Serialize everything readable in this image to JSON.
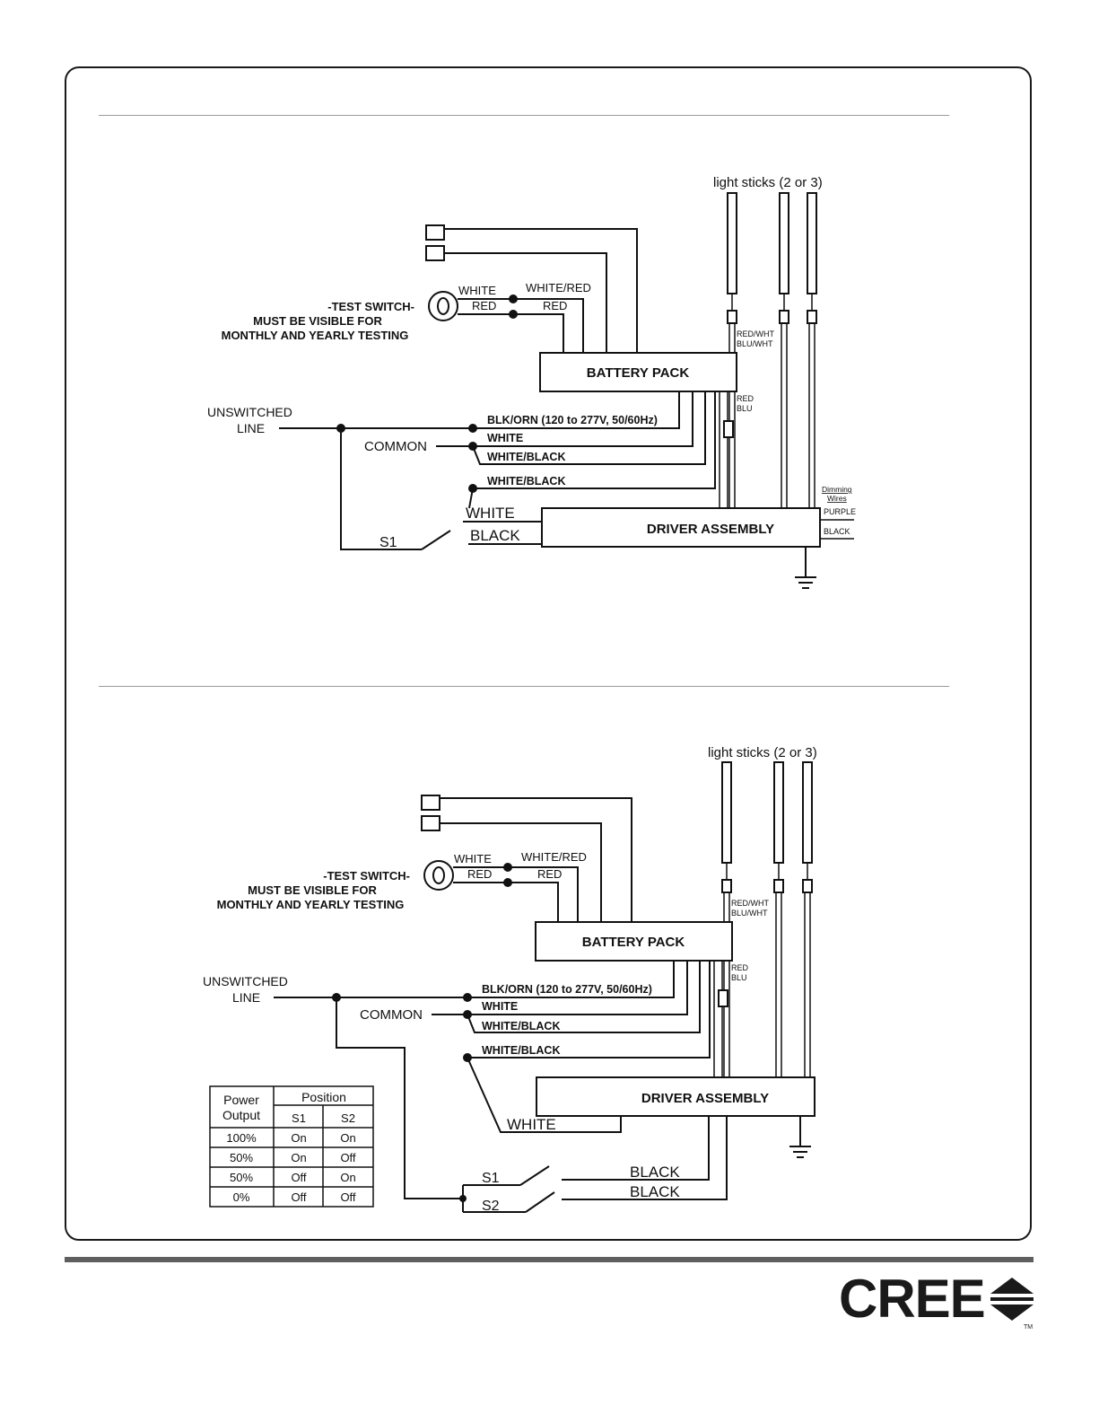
{
  "diagram1": {
    "light_sticks_label": "light sticks (2 or 3)",
    "test_switch_lines": [
      "-TEST SWITCH-",
      "MUST BE VISIBLE FOR",
      "MONTHLY AND YEARLY TESTING"
    ],
    "white": "WHITE",
    "red": "RED",
    "white_red": "WHITE/RED",
    "red2": "RED",
    "red_wht": "RED/WHT",
    "blu_wht": "BLU/WHT",
    "red_small": "RED",
    "blu_small": "BLU",
    "battery_pack": "BATTERY PACK",
    "unswitched_line": [
      "UNSWITCHED",
      "LINE"
    ],
    "common": "COMMON",
    "blk_orn": "BLK/ORN (120 to 277V, 50/60Hz)",
    "white_w": "WHITE",
    "white_black_1": "WHITE/BLACK",
    "white_black_2": "WHITE/BLACK",
    "white_big": "WHITE",
    "black_big": "BLACK",
    "s1": "S1",
    "driver_assembly": "DRIVER ASSEMBLY",
    "dimming_wires": [
      "Dimming",
      "Wires"
    ],
    "purple": "PURPLE",
    "black_small": "BLACK"
  },
  "diagram2": {
    "light_sticks_label": "light sticks (2 or 3)",
    "test_switch_lines": [
      "-TEST SWITCH-",
      "MUST BE VISIBLE FOR",
      "MONTHLY AND YEARLY TESTING"
    ],
    "white": "WHITE",
    "red": "RED",
    "white_red": "WHITE/RED",
    "red2": "RED",
    "red_wht": "RED/WHT",
    "blu_wht": "BLU/WHT",
    "red_small": "RED",
    "blu_small": "BLU",
    "battery_pack": "BATTERY PACK",
    "unswitched_line": [
      "UNSWITCHED",
      "LINE"
    ],
    "common": "COMMON",
    "blk_orn": "BLK/ORN (120 to 277V, 50/60Hz)",
    "white_w": "WHITE",
    "white_black_1": "WHITE/BLACK",
    "white_black_2": "WHITE/BLACK",
    "white_big": "WHITE",
    "black_1": "BLACK",
    "black_2": "BLACK",
    "s1": "S1",
    "s2": "S2",
    "driver_assembly": "DRIVER ASSEMBLY",
    "table": {
      "power_output": [
        "Power",
        "Output"
      ],
      "position": "Position",
      "s1": "S1",
      "s2": "S2",
      "rows": [
        [
          "100%",
          "On",
          "On"
        ],
        [
          "50%",
          "On",
          "Off"
        ],
        [
          "50%",
          "Off",
          "On"
        ],
        [
          "0%",
          "Off",
          "Off"
        ]
      ]
    }
  },
  "logo": {
    "text": "CREE",
    "tm": "TM"
  }
}
